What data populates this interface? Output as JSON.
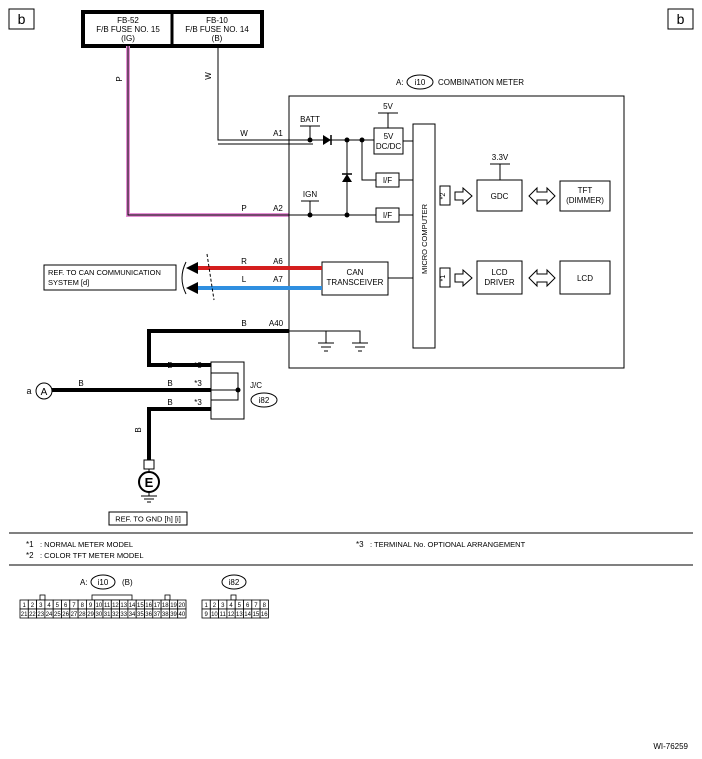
{
  "corner_label": "b",
  "fuses": [
    {
      "line1": "FB-52",
      "line2": "F/B FUSE NO. 15",
      "line3": "(IG)"
    },
    {
      "line1": "FB-10",
      "line2": "F/B FUSE NO. 14",
      "line3": "(B)"
    }
  ],
  "meter": {
    "prefix": "A:",
    "connector": "i10",
    "name": "COMBINATION METER"
  },
  "wires": {
    "fuse15_color": "P",
    "fuse14_color": "W",
    "a1_color": "W",
    "a1_pin": "A1",
    "a2_color": "P",
    "a2_pin": "A2",
    "a6_color": "R",
    "a6_pin": "A6",
    "a7_color": "L",
    "a7_pin": "A7",
    "a40_color": "B",
    "a40_pin": "A40",
    "jc_wire1": "B",
    "jc_wire2": "B",
    "jc_wire3": "B",
    "gnd_wire": "B",
    "ground_a_wire": "B"
  },
  "colors": {
    "pink_wire": "#e68fd6",
    "red_wire": "#d41e1e",
    "blue_wire": "#2f8fe0",
    "black": "#000000"
  },
  "internal": {
    "batt": "BATT",
    "ign": "IGN",
    "v5": "5V",
    "dcdc_line1": "5V",
    "dcdc_line2": "DC/DC",
    "if1": "I/F",
    "if2": "I/F",
    "micro": "MICRO COMPUTER",
    "v33": "3.3V",
    "gdc": "GDC",
    "tft_line1": "TFT",
    "tft_line2": "(DIMMER)",
    "lcd_driver_line1": "LCD",
    "lcd_driver_line2": "DRIVER",
    "lcd": "LCD",
    "can_line1": "CAN",
    "can_line2": "TRANSCEIVER",
    "star2": "*2",
    "star1": "*1"
  },
  "can_ref": {
    "line1": "REF. TO CAN COMMUNICATION",
    "line2": "SYSTEM [d]"
  },
  "junction": {
    "star": "*3",
    "label": "J/C",
    "connector": "i82"
  },
  "ground": {
    "letter_a_prefix": "a",
    "letter_a": "A",
    "letter_e": "E",
    "ref": "REF. TO GND [h] [i]"
  },
  "notes": [
    {
      "mark": "*1",
      "text": ": NORMAL METER MODEL"
    },
    {
      "mark": "*2",
      "text": ": COLOR TFT METER MODEL"
    },
    {
      "mark": "*3",
      "text": ": TERMINAL No. OPTIONAL ARRANGEMENT"
    }
  ],
  "connector_views": {
    "i10": {
      "prefix": "A:",
      "name": "i10",
      "suffix": "(B)",
      "row1": [
        "1",
        "2",
        "3",
        "4",
        "5",
        "6",
        "7",
        "8",
        "9",
        "10",
        "11",
        "12",
        "13",
        "14",
        "15",
        "16",
        "17",
        "18",
        "19",
        "20"
      ],
      "row2": [
        "21",
        "22",
        "23",
        "24",
        "25",
        "26",
        "27",
        "28",
        "29",
        "30",
        "31",
        "32",
        "33",
        "34",
        "35",
        "36",
        "37",
        "38",
        "39",
        "40"
      ]
    },
    "i82": {
      "name": "i82",
      "row1": [
        "1",
        "2",
        "3",
        "4",
        "5",
        "6",
        "7",
        "8"
      ],
      "row2": [
        "9",
        "10",
        "11",
        "12",
        "13",
        "14",
        "15",
        "16"
      ]
    }
  },
  "figure_id": "WI-76259"
}
